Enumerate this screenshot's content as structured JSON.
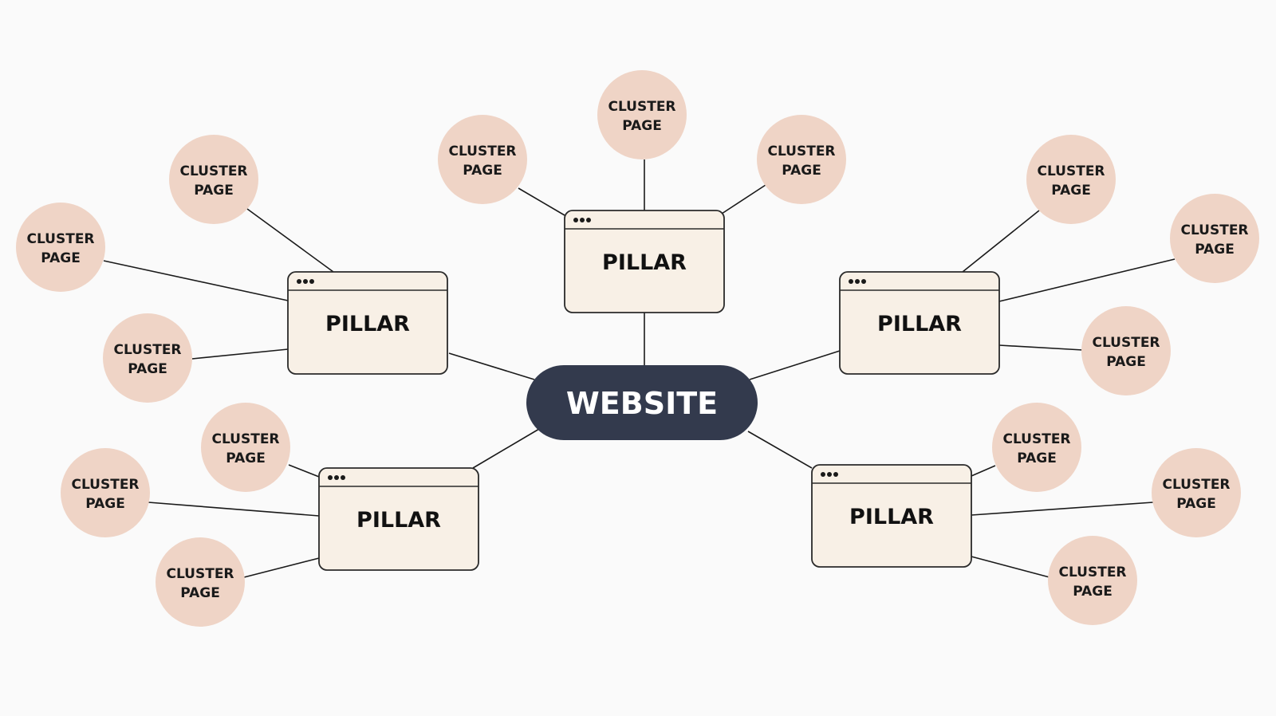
{
  "center": {
    "label": "WEBSITE"
  },
  "pillars": [
    {
      "label": "PILLAR",
      "clusters": [
        {
          "line1": "CLUSTER",
          "line2": "PAGE"
        },
        {
          "line1": "CLUSTER",
          "line2": "PAGE"
        },
        {
          "line1": "CLUSTER",
          "line2": "PAGE"
        }
      ]
    },
    {
      "label": "PILLAR",
      "clusters": [
        {
          "line1": "CLUSTER",
          "line2": "PAGE"
        },
        {
          "line1": "CLUSTER",
          "line2": "PAGE"
        },
        {
          "line1": "CLUSTER",
          "line2": "PAGE"
        }
      ]
    },
    {
      "label": "PILLAR",
      "clusters": [
        {
          "line1": "CLUSTER",
          "line2": "PAGE"
        },
        {
          "line1": "CLUSTER",
          "line2": "PAGE"
        },
        {
          "line1": "CLUSTER",
          "line2": "PAGE"
        }
      ]
    },
    {
      "label": "PILLAR",
      "clusters": [
        {
          "line1": "CLUSTER",
          "line2": "PAGE"
        },
        {
          "line1": "CLUSTER",
          "line2": "PAGE"
        },
        {
          "line1": "CLUSTER",
          "line2": "PAGE"
        }
      ]
    },
    {
      "label": "PILLAR",
      "clusters": [
        {
          "line1": "CLUSTER",
          "line2": "PAGE"
        },
        {
          "line1": "CLUSTER",
          "line2": "PAGE"
        },
        {
          "line1": "CLUSTER",
          "line2": "PAGE"
        }
      ]
    }
  ],
  "colors": {
    "background": "#fafafa",
    "center_fill": "#333a4d",
    "center_text": "#ffffff",
    "pillar_fill": "#f8f0e6",
    "pillar_stroke": "#2a2a2a",
    "cluster_fill": "#efd4c6",
    "text": "#1a1a1a"
  },
  "icons": {
    "pillar_window_dots": "browser-window-dots-icon"
  }
}
